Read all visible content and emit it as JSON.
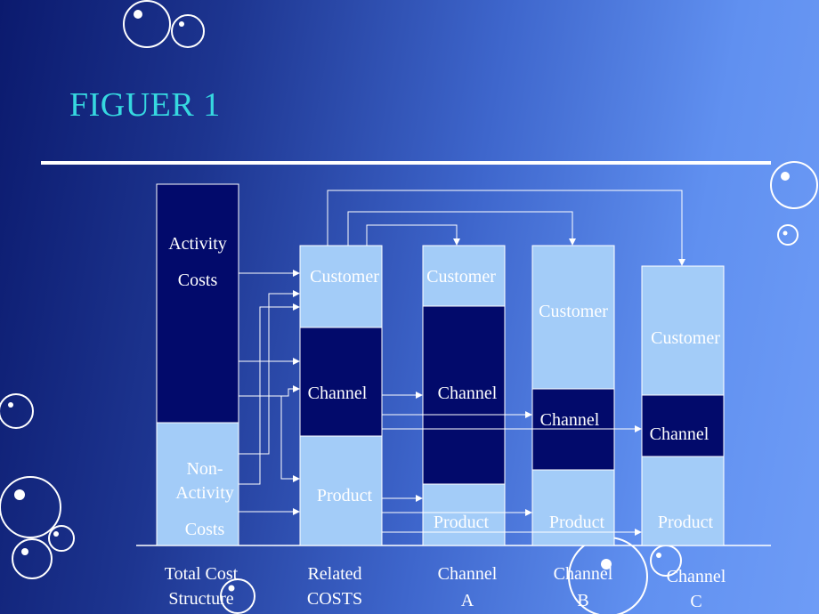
{
  "title": "FIGUER 1",
  "columns": {
    "total": {
      "segments": [
        "Activity",
        "Costs",
        "Non-",
        "Activity",
        "Costs"
      ],
      "label": [
        "Total Cost",
        "Structure"
      ]
    },
    "related": {
      "segments": [
        "Customer",
        "Channel",
        "Product"
      ],
      "label": [
        "Related",
        "COSTS"
      ]
    },
    "channel_a": {
      "segments": [
        "Customer",
        "Channel",
        "Product"
      ],
      "label": [
        "Channel",
        "A"
      ]
    },
    "channel_b": {
      "segments": [
        "Customer",
        "Channel",
        "Product"
      ],
      "label": [
        "Channel",
        "B"
      ]
    },
    "channel_c": {
      "segments": [
        "Customer",
        "Channel",
        "Product"
      ],
      "label": [
        "Channel",
        "C"
      ]
    }
  },
  "colors": {
    "dark_block": "#020a6b",
    "light_block": "#a3ccf8",
    "title": "#36d8e0",
    "arrows": "#ffffff"
  }
}
